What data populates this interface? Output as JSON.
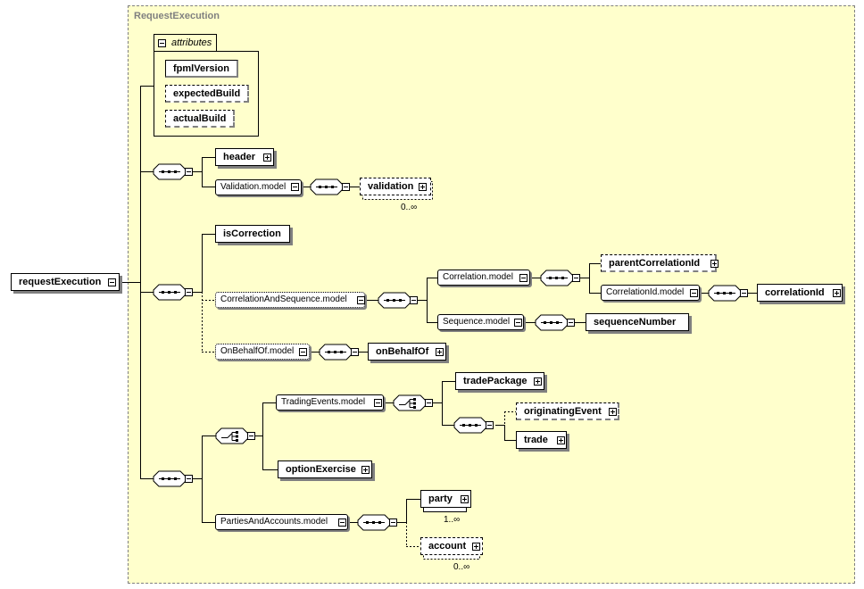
{
  "diagram": {
    "region_title": "RequestExecution",
    "root": "requestExecution",
    "attributes_label": "attributes",
    "attributes": [
      "fpmlVersion",
      "expectedBuild",
      "actualBuild"
    ],
    "header": "header",
    "validation_model": "Validation.model",
    "validation": "validation",
    "validation_occ": "0..∞",
    "is_correction": "isCorrection",
    "correlation_and_sequence_model": "CorrelationAndSequence.model",
    "correlation_model": "Correlation.model",
    "parent_correlation_id": "parentCorrelationId",
    "correlation_id_model": "CorrelationId.model",
    "correlation_id": "correlationId",
    "sequence_model": "Sequence.model",
    "sequence_number": "sequenceNumber",
    "on_behalf_of_model": "OnBehalfOf.model",
    "on_behalf_of": "onBehalfOf",
    "trading_events_model": "TradingEvents.model",
    "trade_package": "tradePackage",
    "originating_event": "originatingEvent",
    "trade": "trade",
    "option_exercise": "optionExercise",
    "parties_and_accounts_model": "PartiesAndAccounts.model",
    "party": "party",
    "party_occ": "1..∞",
    "account": "account",
    "account_occ": "0..∞"
  }
}
